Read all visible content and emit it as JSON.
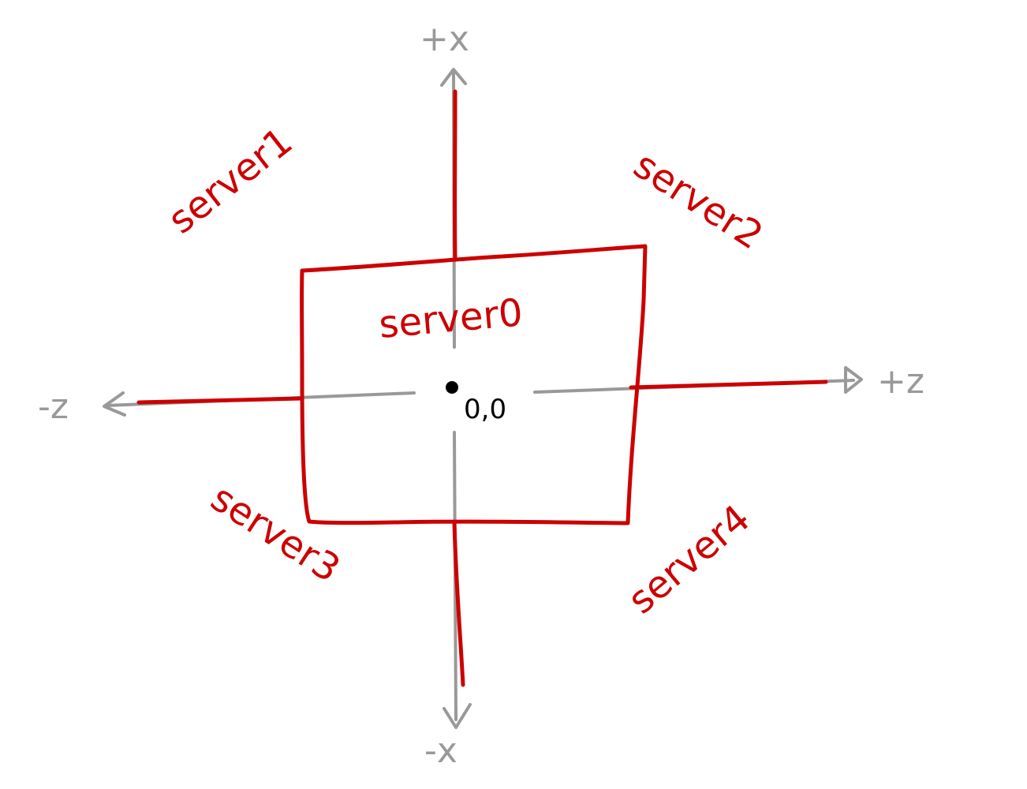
{
  "colors": {
    "background": "#ffffff",
    "server": "#cc0000",
    "axis": "#999999",
    "origin": "#000000"
  },
  "axes": {
    "x_pos": "+x",
    "x_neg": "-x",
    "z_pos": "+z",
    "z_neg": "-z"
  },
  "origin": {
    "label": "0,0"
  },
  "servers": {
    "center": "server0",
    "top_left": "server1",
    "top_right": "server2",
    "bottom_left": "server3",
    "bottom_right": "server4"
  }
}
